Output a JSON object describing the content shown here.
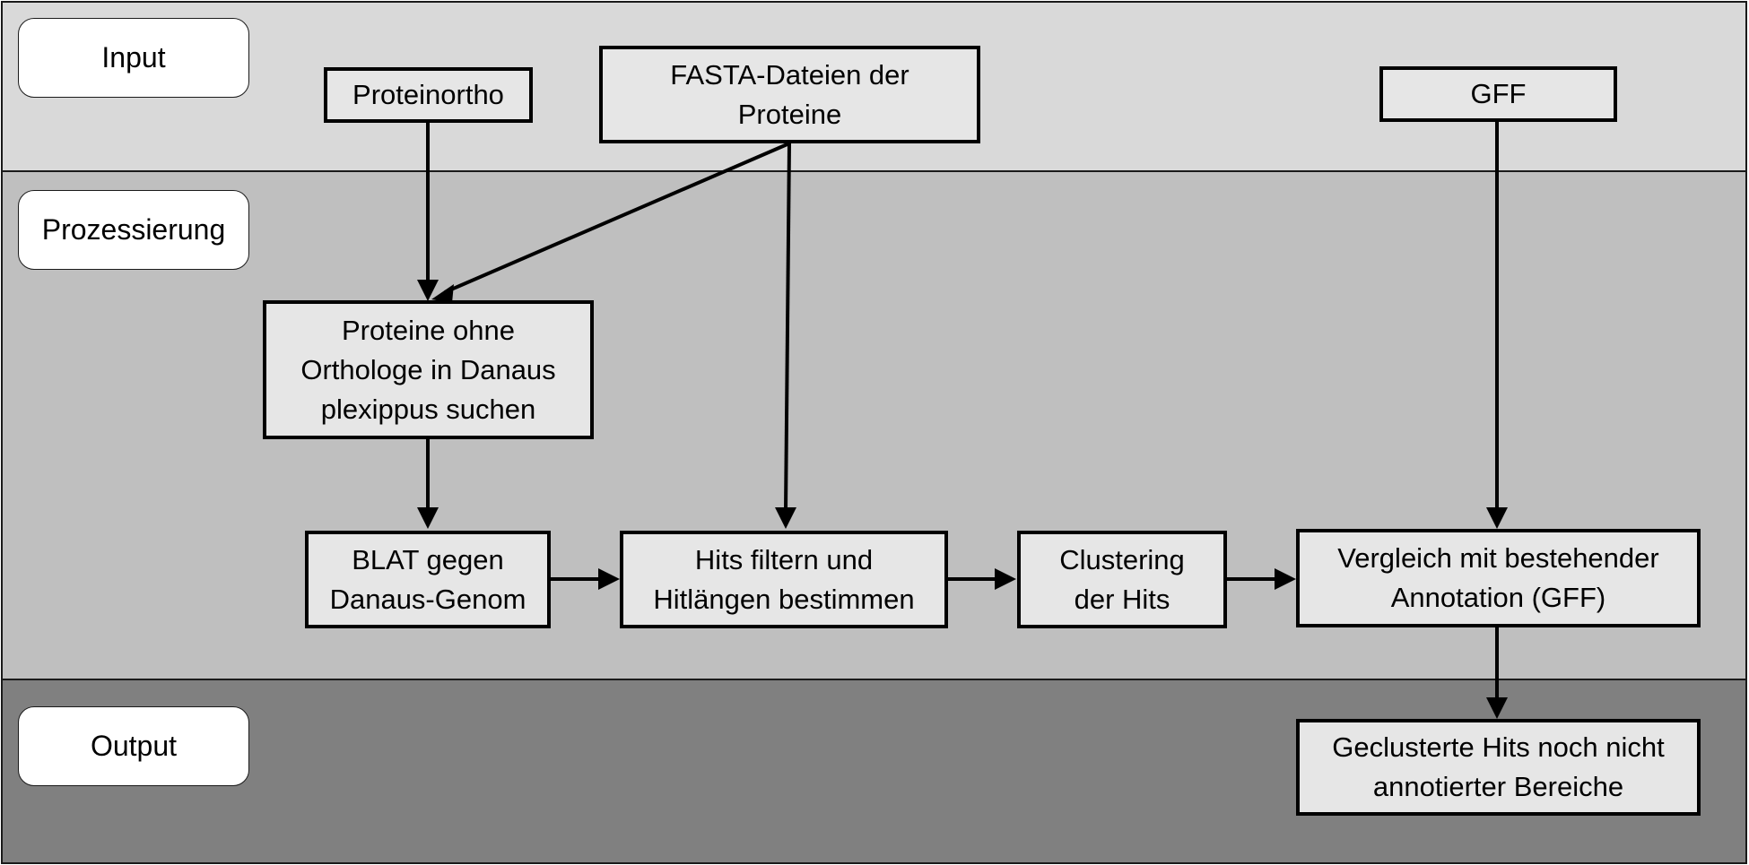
{
  "lanes": {
    "input": "Input",
    "processing": "Prozessierung",
    "output": "Output"
  },
  "nodes": {
    "proteinortho": "Proteinortho",
    "fasta": "FASTA-Dateien der\nProteine",
    "gff": "GFF",
    "search_orthologs": "Proteine ohne\nOrthologe in Danaus\nplexippus suchen",
    "blat": "BLAT gegen\nDanaus-Genom",
    "filter_hits": "Hits filtern und\nHitlängen bestimmen",
    "clustering": "Clustering\nder Hits",
    "compare": "Vergleich mit bestehender\nAnnotation (GFF)",
    "result": "Geclusterte Hits noch nicht\nannotierter Bereiche"
  },
  "colors": {
    "input_lane": "#d9d9d9",
    "processing_lane": "#bfbfbf",
    "output_lane": "#808080",
    "node_fill": "#e6e6e6",
    "line": "#000000"
  }
}
